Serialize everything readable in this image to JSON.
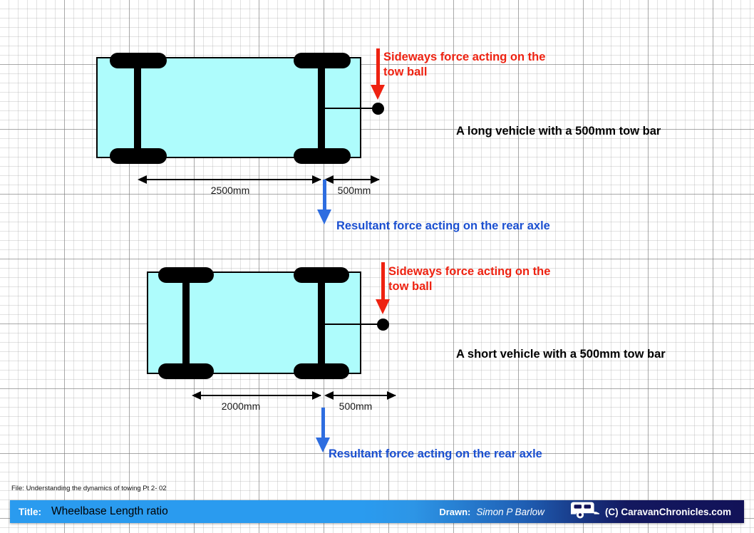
{
  "diagram": {
    "file_note": "File: Understanding the dynamics of towing Pt 2- 02",
    "vehicles": [
      {
        "id": "long-vehicle",
        "caption": "A long vehicle with a 500mm tow bar",
        "wheelbase_label": "2500mm",
        "towbar_label": "500mm",
        "force_label_red": "Sideways force acting on the tow ball",
        "force_label_blue": "Resultant force acting on the rear axle"
      },
      {
        "id": "short-vehicle",
        "caption": "A short vehicle with a 500mm tow bar",
        "wheelbase_label": "2000mm",
        "towbar_label": "500mm",
        "force_label_red": "Sideways force acting on the tow ball",
        "force_label_blue": "Resultant force acting on the rear axle"
      }
    ],
    "colors": {
      "body_fill": "#aefcfc",
      "outline": "#000000",
      "sideways_force": "#ee2211",
      "resultant_force": "#2e6de0",
      "title_bar_start": "#2a9bef",
      "title_bar_end": "#121258"
    }
  },
  "footer": {
    "title_label": "Title:",
    "title_value": "Wheelbase Length ratio",
    "drawn_label": "Drawn:",
    "drawn_value": "Simon P Barlow",
    "copyright": "(C) CaravanChronicles.com",
    "icon": "caravan-icon"
  }
}
